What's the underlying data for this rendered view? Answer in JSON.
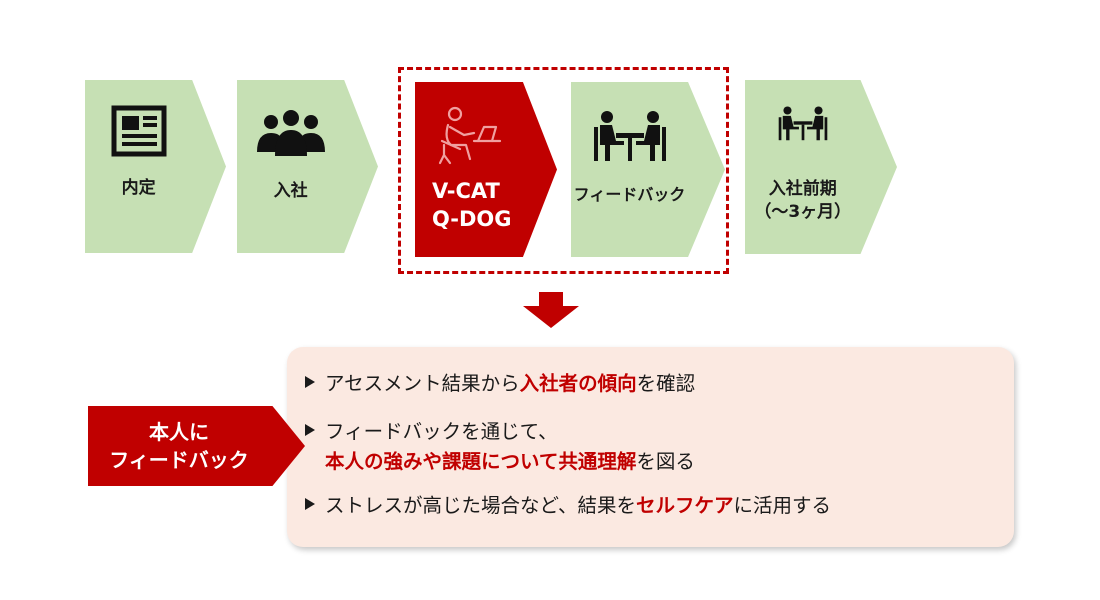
{
  "steps": [
    {
      "label": "内定",
      "icon": "newspaper-icon"
    },
    {
      "label": "入社",
      "icon": "group-people-icon"
    },
    {
      "label_lines": [
        "V-CAT",
        "Q-DOG"
      ],
      "icon": "person-at-desk-icon"
    },
    {
      "label": "フィードバック",
      "icon": "meeting-table-icon"
    },
    {
      "label_lines": [
        "入社前期",
        "（～3ヶ月）"
      ],
      "icon": "meeting-table-small-icon"
    }
  ],
  "tag": {
    "lines": [
      "本人に",
      "フィードバック"
    ]
  },
  "bullets": [
    {
      "parts": [
        {
          "t": "アセスメント結果から"
        },
        {
          "t": "入社者の傾向",
          "hl": true
        },
        {
          "t": "を確認"
        }
      ]
    },
    {
      "parts": [
        {
          "t": "フィードバックを通じて、"
        }
      ],
      "line2": [
        {
          "t": "本人の強みや課題について共通理解",
          "hl": true
        },
        {
          "t": "を図る"
        }
      ]
    },
    {
      "parts": [
        {
          "t": "ストレスが高じた場合など、結果を"
        },
        {
          "t": "セルフケア",
          "hl": true
        },
        {
          "t": "に活用する"
        }
      ]
    }
  ],
  "colors": {
    "accent": "#c00000",
    "step": "#c6e0b4",
    "panel": "#fbe9e1"
  }
}
